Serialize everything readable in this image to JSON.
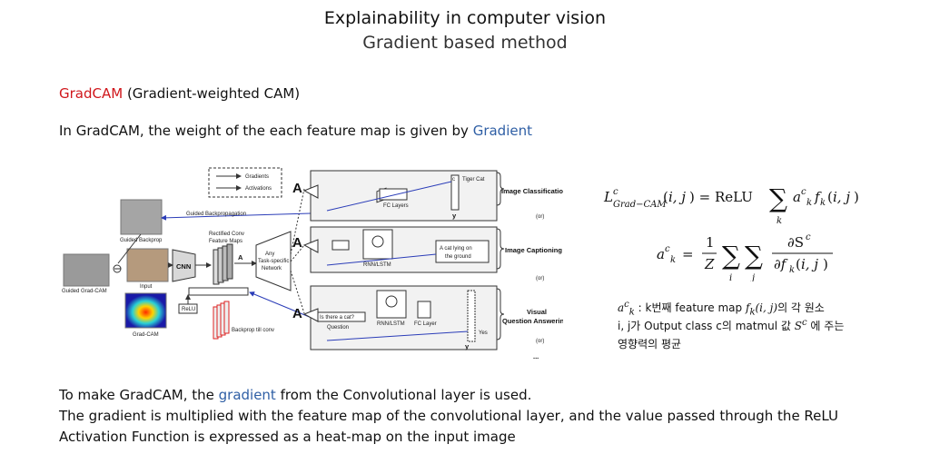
{
  "header": {
    "title": "Explainability in computer vision",
    "subtitle": "Gradient based method"
  },
  "section": {
    "name": "GradCAM",
    "name_detail": " (Gradient-weighted CAM)"
  },
  "intro": {
    "text": "In GradCAM, the weight of the each feature map is given by ",
    "highlight": "Gradient"
  },
  "diagram": {
    "legend_gradients": "Gradients",
    "legend_activations": "Activations",
    "guided_backprop_label": "Guided Backpropagation",
    "guided_backprop_img": "Guided Backprop",
    "guided_gradcam": "Guided Grad-CAM",
    "input": "Input",
    "gradcam": "Grad-CAM",
    "cnn": "CNN",
    "rectified_conv_1": "Rectified Conv",
    "rectified_conv_2": "Feature Maps",
    "A": "A",
    "task_1": "Any",
    "task_2": "Task-specific",
    "task_3": "Network",
    "relu": "ReLU",
    "backprop_till_conv": "Backprop till conv",
    "fc_layers": "FC Layers",
    "tiger_cat": "Tiger Cat",
    "c": "c",
    "y": "y",
    "image_classification": "Image Classification",
    "or": "(or)",
    "rnn_lstm": "RNN/LSTM",
    "caption_1": "A cat lying on",
    "caption_2": "the ground",
    "image_captioning": "Image Captioning",
    "question_box": "Is there a cat?",
    "question": "Question",
    "fc_layer": "FC Layer",
    "yes": "Yes",
    "vqa_1": "Visual",
    "vqa_2": "Question Answering",
    "ellipsis": "..."
  },
  "notes": {
    "line1_suffix": ": k번째 feature map ",
    "line1_end": "의 각 원소",
    "line2_start": "i, j가 Output class c의 matmul 값 ",
    "line2_end": " 에 주는",
    "line3": "영향력의 평균"
  },
  "bottom": {
    "line1_a": "To make GradCAM, the ",
    "line1_highlight": "gradient",
    "line1_b": " from the Convolutional layer is used.",
    "line2": "The gradient is multiplied with the feature map of the convolutional layer, and the value passed through the ReLU",
    "line3": "Activation Function is expressed as a heat-map on the input image"
  }
}
